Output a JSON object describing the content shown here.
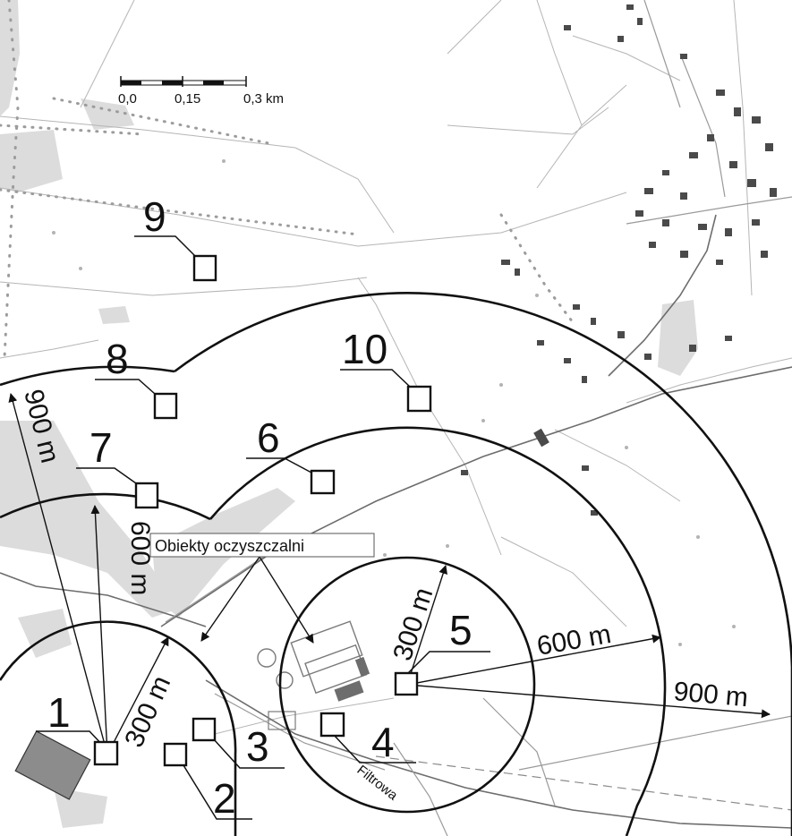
{
  "scale_bar": {
    "ticks": [
      "0,0",
      "0,15",
      "0,3 km"
    ]
  },
  "points": [
    {
      "id": "1",
      "label": "1"
    },
    {
      "id": "2",
      "label": "2"
    },
    {
      "id": "3",
      "label": "3"
    },
    {
      "id": "4",
      "label": "4"
    },
    {
      "id": "5",
      "label": "5"
    },
    {
      "id": "6",
      "label": "6"
    },
    {
      "id": "7",
      "label": "7"
    },
    {
      "id": "8",
      "label": "8"
    },
    {
      "id": "9",
      "label": "9"
    },
    {
      "id": "10",
      "label": "10"
    }
  ],
  "distances": {
    "left_300": "300 m",
    "left_600": "600 m",
    "left_900": "900 m",
    "right_300": "300 m",
    "right_600": "600 m",
    "right_900": "900 m"
  },
  "annotations": {
    "objects_label": "Obiekty oczyszczalni",
    "street_label": "Filtrowa"
  },
  "colors": {
    "lines": "#111111",
    "background": "#ffffff",
    "buildings": "#4a4a4a",
    "vegetation": "#dcdcdc",
    "facility_block": "#8c8c8c"
  }
}
